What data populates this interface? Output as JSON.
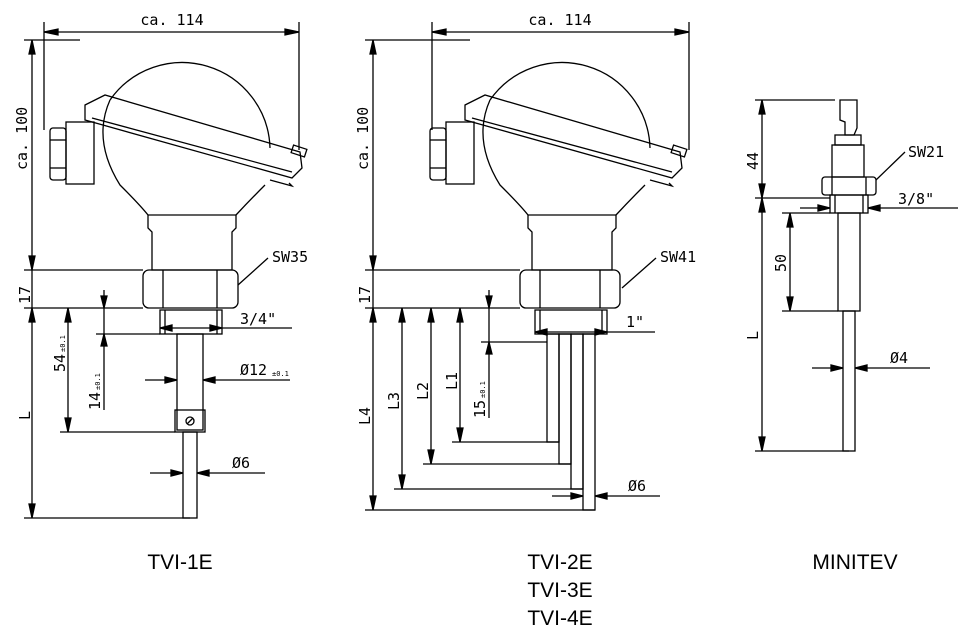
{
  "dimensions": {
    "width_1": "ca. 114",
    "height_1": "ca. 100",
    "seg_1": "17",
    "sw_1": "SW35",
    "thread_1": "3/4\"",
    "dim54": "54",
    "dim54_tol": "±0.1",
    "dim14": "14",
    "dim14_tol": "±0.1",
    "dia12": "Ø12",
    "dia12_tol": "±0.1",
    "dia6_1": "Ø6",
    "L_1": "L",
    "width_2": "ca. 114",
    "height_2": "ca. 100",
    "seg_2": "17",
    "sw_2": "SW41",
    "thread_2": "1\"",
    "L1": "L1",
    "L2": "L2",
    "L3": "L3",
    "L4": "L4",
    "dim15": "15",
    "dim15_tol": "±0.1",
    "dia6_2": "Ø6",
    "top_3": "44",
    "sw_3": "SW21",
    "thread_3": "3/8\"",
    "len_3": "50",
    "L_3": "L",
    "dia4": "Ø4"
  },
  "captions": {
    "tvi1e": "TVI-1E",
    "tvi2e": "TVI-2E",
    "tvi3e": "TVI-3E",
    "tvi4e": "TVI-4E",
    "minitev": "MINITEV"
  }
}
